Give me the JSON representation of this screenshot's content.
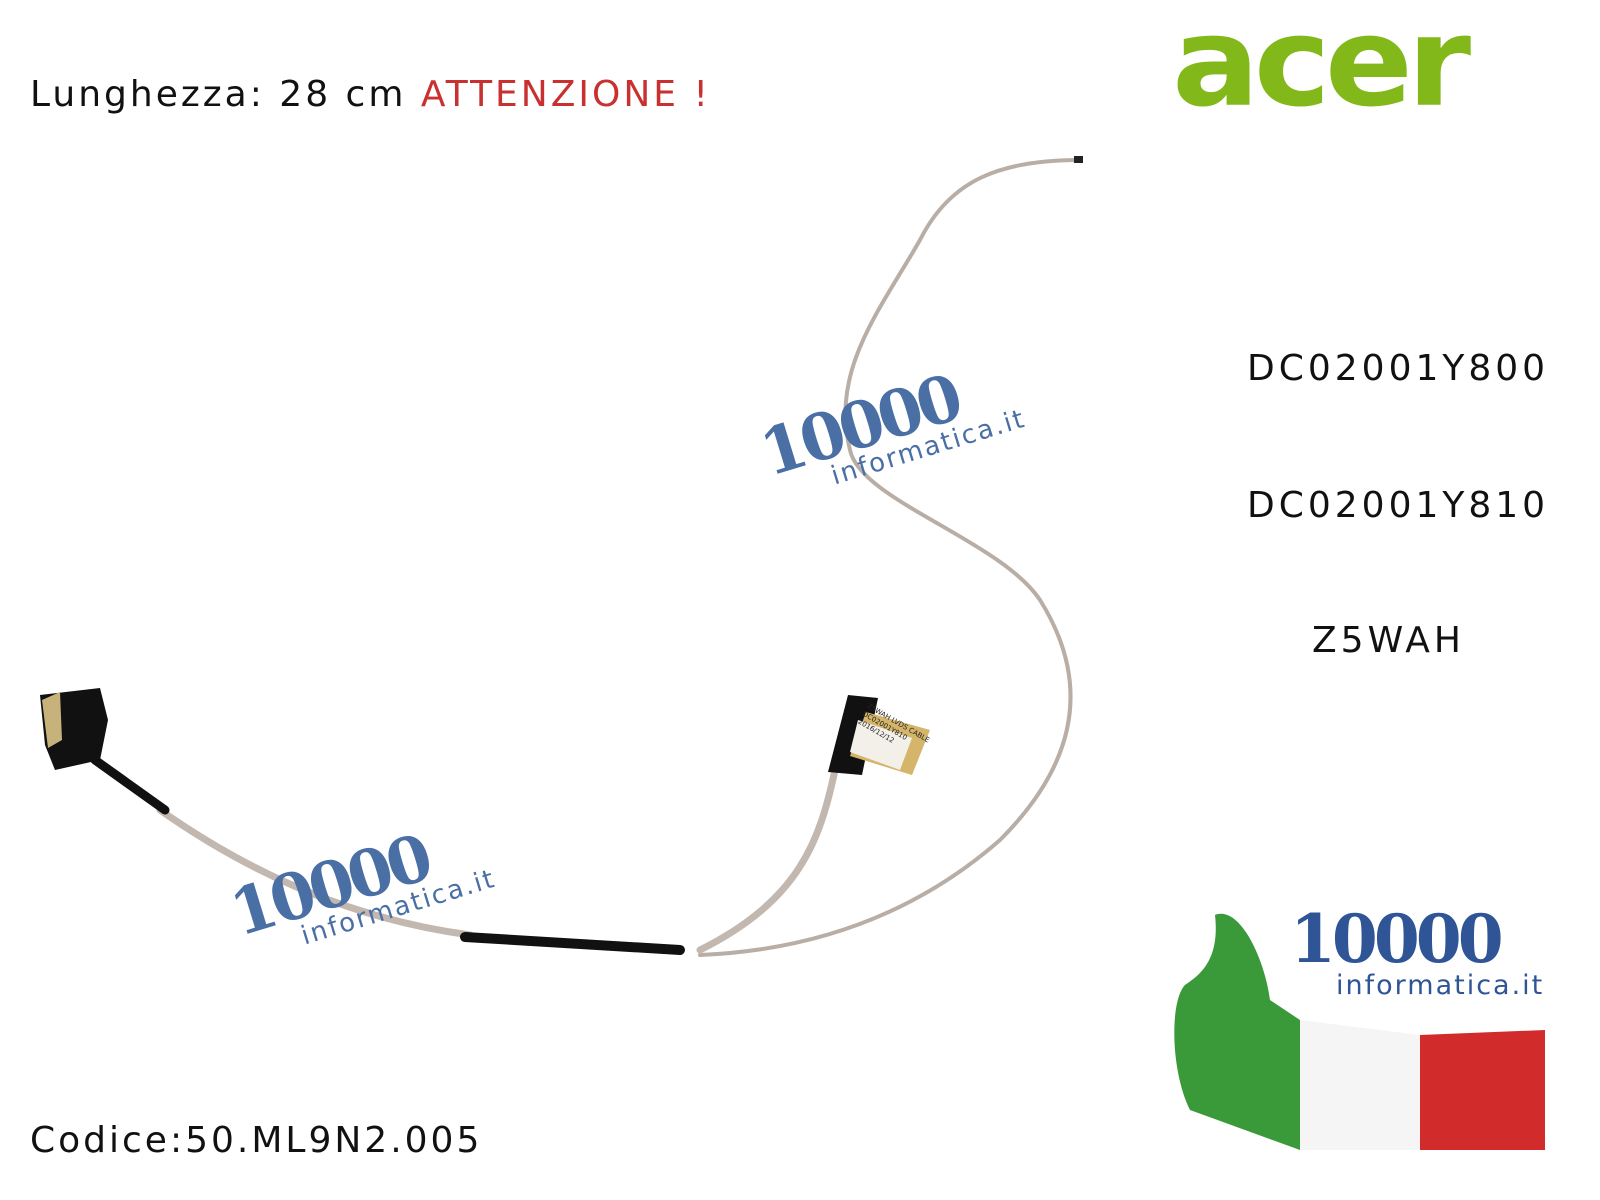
{
  "header": {
    "length_label": "Lunghezza: 28 cm",
    "warning": "ATTENZIONE !"
  },
  "brand": {
    "logo": "acer",
    "color": "#83b81a"
  },
  "part_numbers": [
    "DC02001Y800",
    "DC02001Y810",
    "Z5WAH"
  ],
  "footer": {
    "code": "Codice:50.ML9N2.005"
  },
  "cable_label": [
    "Z5WAH LVDS CABLE",
    "DC02001Y810",
    "2016/12/12"
  ],
  "watermark": {
    "number": "10000",
    "domain": "informatica.it",
    "color": "#4a6fa5"
  },
  "badge": {
    "number": "10000",
    "domain": "informatica.it",
    "flag_colors": [
      "#3a9a3a",
      "#ffffff",
      "#d22b2b"
    ]
  },
  "warning_color": "#c8312f"
}
